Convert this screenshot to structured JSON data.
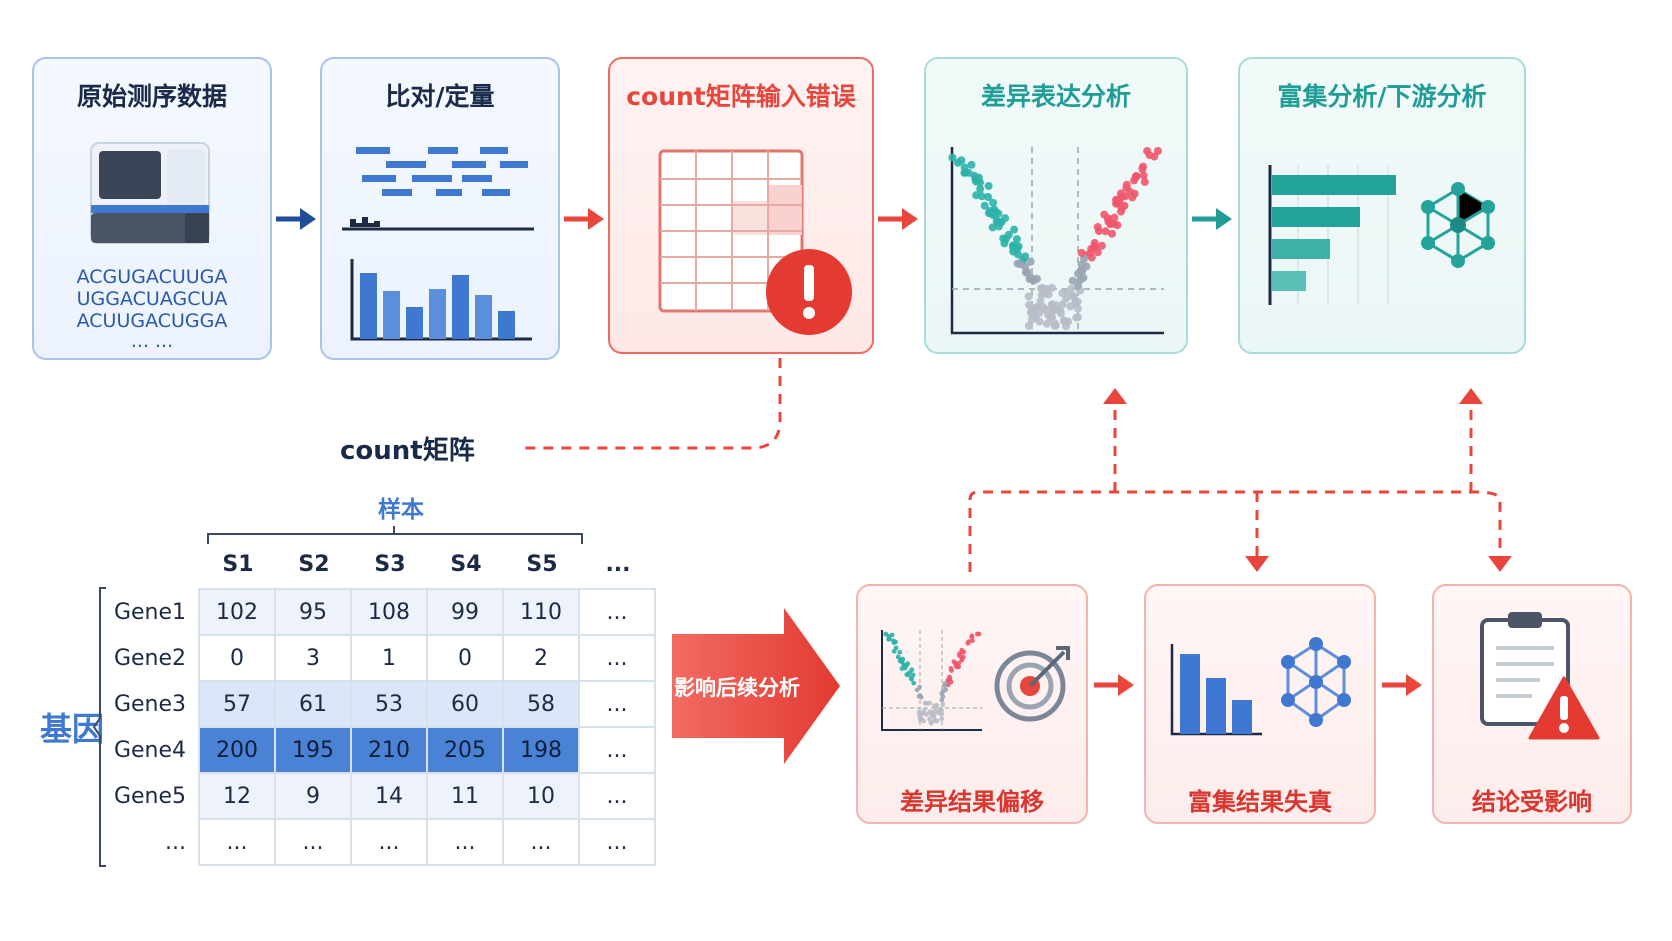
{
  "pipeline": {
    "raw": {
      "title": "原始测序数据",
      "seq_lines": [
        "ACGUGACUUGA",
        "UGGACUAGCUA",
        "ACUUGACUGGA",
        "...      ..."
      ]
    },
    "align": {
      "title": "比对/定量"
    },
    "error": {
      "title": "count矩阵输入错误"
    },
    "diff": {
      "title": "差异表达分析"
    },
    "enrich": {
      "title": "富集分析/下游分析"
    }
  },
  "matrix": {
    "label": "count矩阵",
    "samples_label": "样本",
    "genes_label": "基因",
    "columns": [
      "S1",
      "S2",
      "S3",
      "S4",
      "S5",
      "..."
    ],
    "rows": [
      {
        "gene": "Gene1",
        "values": [
          "102",
          "95",
          "108",
          "99",
          "110",
          "..."
        ],
        "level": 0
      },
      {
        "gene": "Gene2",
        "values": [
          "0",
          "3",
          "1",
          "0",
          "2",
          "..."
        ],
        "level": -1
      },
      {
        "gene": "Gene3",
        "values": [
          "57",
          "61",
          "53",
          "60",
          "58",
          "..."
        ],
        "level": 1
      },
      {
        "gene": "Gene4",
        "values": [
          "200",
          "195",
          "210",
          "205",
          "198",
          "..."
        ],
        "level": 2
      },
      {
        "gene": "Gene5",
        "values": [
          "12",
          "9",
          "14",
          "11",
          "10",
          "..."
        ],
        "level": 0
      },
      {
        "gene": "...",
        "values": [
          "...",
          "...",
          "...",
          "...",
          "...",
          "..."
        ],
        "level": -1
      }
    ]
  },
  "impact": {
    "arrow_label": "影响后续分析",
    "diff_shift": "差异结果偏移",
    "enrich_distort": "富集结果失真",
    "conclusion": "结论受影响"
  },
  "colors": {
    "navy": "#1a2b4a",
    "blue": "#3f78d1",
    "red": "#e8463d",
    "teal": "#1f9d96",
    "pink": "#f0566c"
  }
}
